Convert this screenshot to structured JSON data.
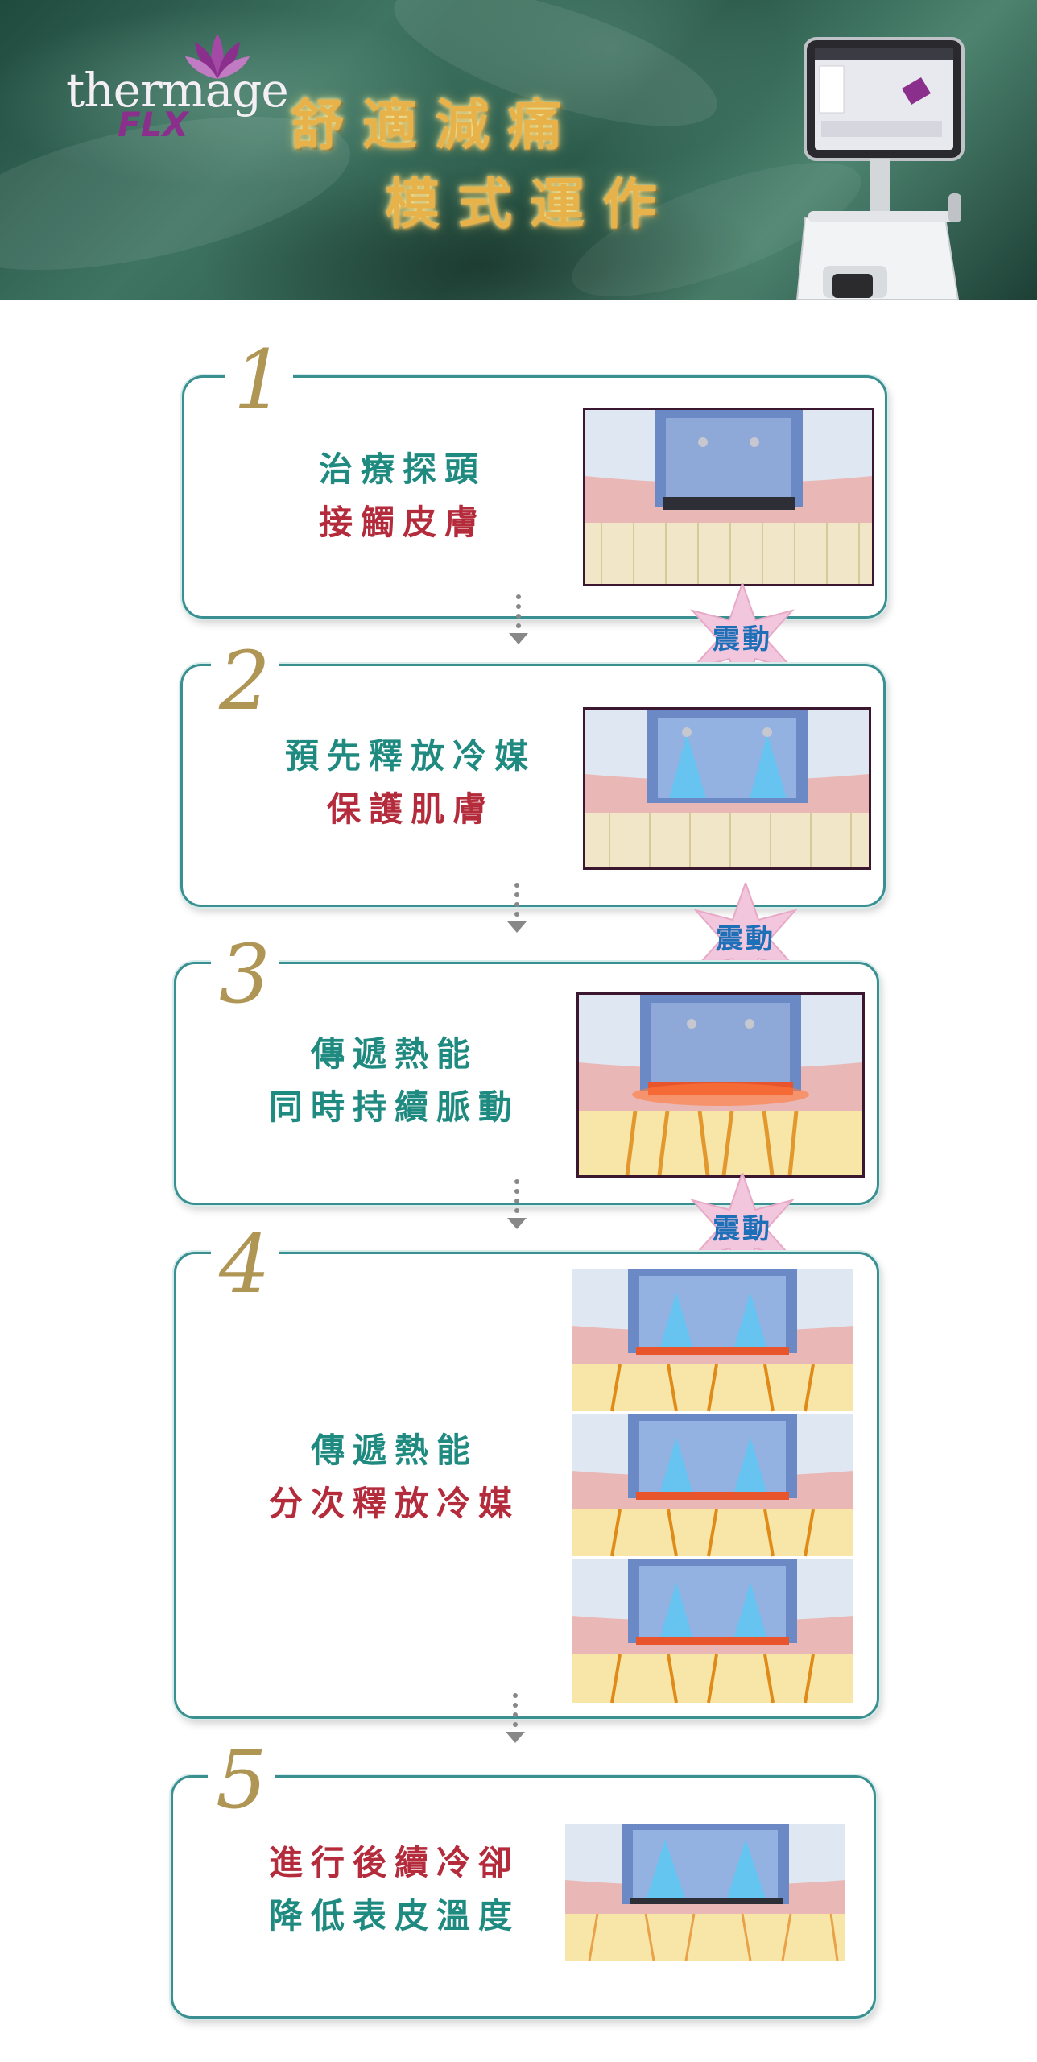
{
  "banner": {
    "logo_main": "thermage",
    "logo_sub": "FLX",
    "title_line1": "舒適減痛",
    "title_line2": "模式運作"
  },
  "steps": [
    {
      "number": "1",
      "line1": "治療探頭",
      "line2": "接觸皮膚",
      "line1_color": "teal",
      "line2_color": "red"
    },
    {
      "number": "2",
      "line1": "預先釋放冷媒",
      "line2": "保護肌膚",
      "line1_color": "teal",
      "line2_color": "red"
    },
    {
      "number": "3",
      "line1": "傳遞熱能",
      "line2": "同時持續脈動",
      "line1_color": "teal",
      "line2_color": "teal"
    },
    {
      "number": "4",
      "line1": "傳遞熱能",
      "line2": "分次釋放冷媒",
      "line1_color": "teal",
      "line2_color": "red"
    },
    {
      "number": "5",
      "line1": "進行後續冷卻",
      "line2": "降低表皮溫度",
      "line1_color": "red",
      "line2_color": "teal"
    }
  ],
  "vibration_label": "震動",
  "colors": {
    "teal_border": "#3a8f90",
    "teal_text": "#1f8a80",
    "red_text": "#b42b3c",
    "gold_number": "#b09654",
    "star_pink": "#f2c6dc",
    "star_text": "#1d6fb8"
  }
}
